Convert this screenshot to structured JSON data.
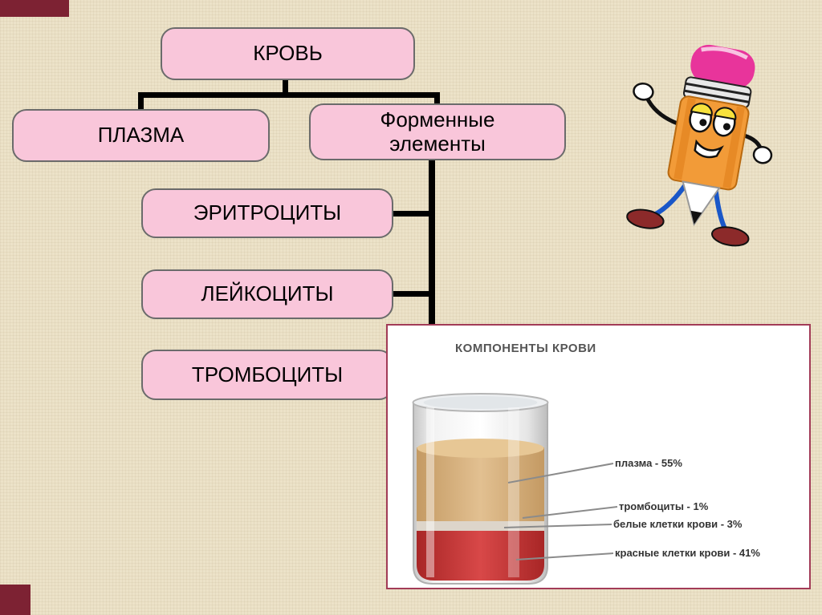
{
  "diagram": {
    "root": {
      "label": "КРОВЬ"
    },
    "branches": {
      "plasma": {
        "label": "ПЛАЗМА"
      },
      "formed_elements": {
        "label": "Форменные элементы"
      }
    },
    "formed_components": [
      {
        "label": "ЭРИТРОЦИТЫ"
      },
      {
        "label": "ЛЕЙКОЦИТЫ"
      },
      {
        "label": "ТРОМБОЦИТЫ"
      }
    ]
  },
  "components_panel": {
    "title": "КОМПОНЕНТЫ КРОВИ",
    "labels": [
      {
        "text": "плазма - 55%"
      },
      {
        "text": "тромбоциты - 1%"
      },
      {
        "text": "белые клетки крови - 3%"
      },
      {
        "text": "красные клетки крови - 41%"
      }
    ]
  },
  "chart_data": {
    "type": "bar",
    "title": "КОМПОНЕНТЫ КРОВИ",
    "categories": [
      "плазма",
      "тромбоциты",
      "белые клетки крови",
      "красные клетки крови"
    ],
    "values": [
      55,
      1,
      3,
      41
    ],
    "unit": "%"
  },
  "colors": {
    "background": "#ece2c8",
    "node_fill": "#f9c6da",
    "node_border": "#6b6b6b",
    "connector": "#000000",
    "panel_border": "#a23b57",
    "corner_accent": "#7d2233",
    "plasma_layer": "#d9b583",
    "red_layer": "#c23434",
    "eraser_pink": "#e8349b",
    "pencil_orange": "#f29b38"
  }
}
